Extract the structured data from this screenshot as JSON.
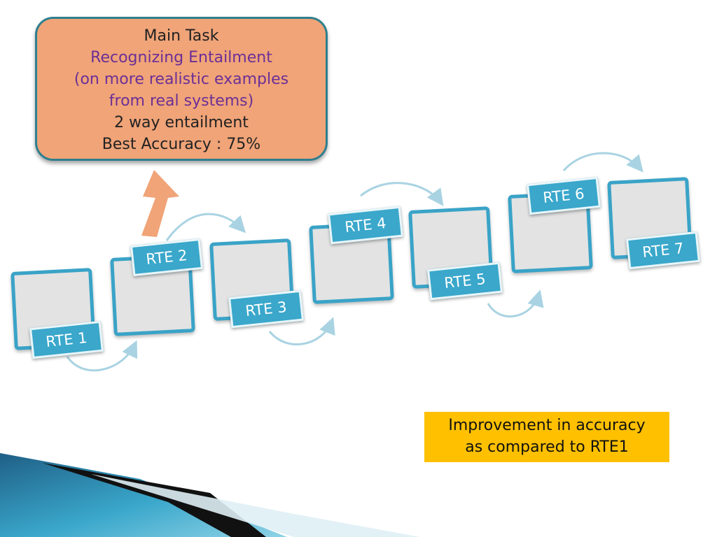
{
  "main_task": {
    "heading": "Main Task",
    "title": "Recognizing Entailment",
    "detail_1": "(on more realistic examples",
    "detail_2": "from real systems)",
    "mode": "2 way entailment",
    "accuracy": "Best Accuracy : 75%"
  },
  "stages": [
    {
      "label": "RTE 1"
    },
    {
      "label": "RTE 2"
    },
    {
      "label": "RTE 3"
    },
    {
      "label": "RTE 4"
    },
    {
      "label": "RTE 5"
    },
    {
      "label": "RTE 6"
    },
    {
      "label": "RTE 7"
    }
  ],
  "note": {
    "line_1": "Improvement in accuracy",
    "line_2": "as compared to RTE1"
  },
  "colors": {
    "callout_fill": "#f0a478",
    "card_border": "#3aa3c7",
    "tag_fill": "#3aa7cb",
    "note_fill": "#ffc000"
  }
}
